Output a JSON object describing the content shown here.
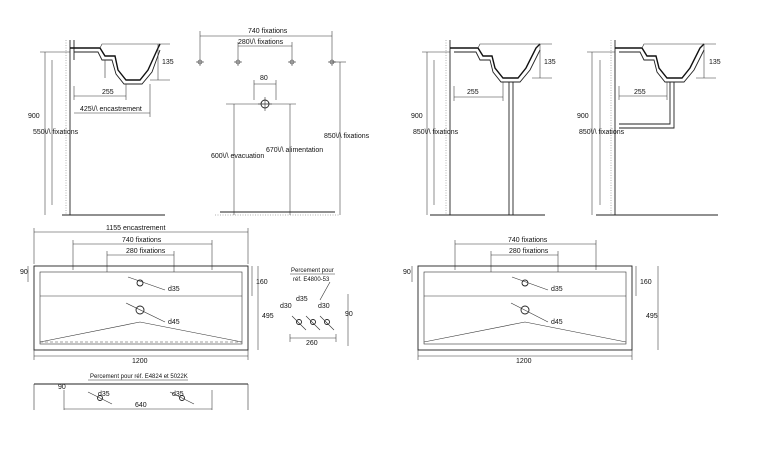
{
  "labels": {
    "fix740": "740 fixations",
    "fix280x": "280\\/\\ fixations",
    "d80": "80",
    "d135": "135",
    "d255": "255",
    "d425": "425\\/\\ encastrement",
    "d900": "900",
    "d550": "550\\/\\ fixations",
    "d850": "850\\/\\ fixations",
    "d670": "670\\/\\ alimentation",
    "d600": "600\\/\\ evacuation",
    "enc1155": "1155 encastrement",
    "fix280": "280 fixations",
    "d90": "90",
    "d160": "160",
    "d495": "495",
    "d1200": "1200",
    "d35": "d35",
    "d45": "d45",
    "d30": "d30",
    "d260": "260",
    "d640": "640",
    "percPour": "Percement pour",
    "percRef": "réf. E4800-53",
    "percBottom": "Percement pour réf. E4824 et 5022K"
  }
}
